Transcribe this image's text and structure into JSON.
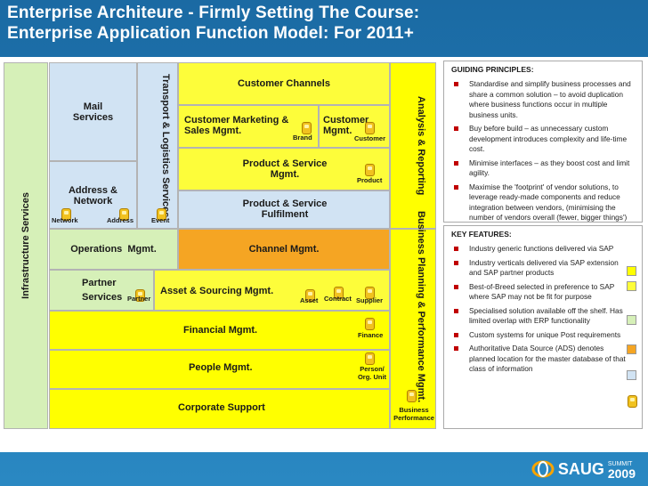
{
  "title": {
    "line1": "Enterprise Architeure - Firmly Setting The Course:",
    "line2": "Enterprise Application Function Model: For 2011+"
  },
  "model": {
    "infrastructure": "Infrastructure Services",
    "mail": "Mail Services",
    "address_network": "Address & Network",
    "tag_network": "Network",
    "tag_address": "Address",
    "tag_event": "Event",
    "transport": "Transport & Logistics Services",
    "customer_channels": "Customer Channels",
    "cust_marketing": "Customer Marketing & Sales Mgmt.",
    "tag_brand": "Brand",
    "customer_mgmt": "Customer Mgmt.",
    "tag_customer": "Customer",
    "analysis": "Analysis & Reporting",
    "product_service_mgmt": "Product & Service Mgmt.",
    "tag_product": "Product",
    "product_fulfilment": "Product & Service Fulfilment",
    "operations": "Operations  Mgmt.",
    "channel": "Channel Mgmt.",
    "partner_line1": "Partner",
    "partner_line2": "Services",
    "tag_partner": "Partner",
    "asset_sourcing": "Asset & Sourcing Mgmt.",
    "tag_asset": "Asset",
    "tag_contract": "Contract",
    "tag_supplier": "Supplier",
    "business_planning": "Business Planning & Performance Mgmt.",
    "financial": "Financial Mgmt.",
    "tag_finance": "Finance",
    "people": "People Mgmt.",
    "tag_person": "Person/ Org. Unit",
    "corporate": "Corporate Support",
    "tag_business_perf": "Business Performance"
  },
  "guiding": {
    "heading": "GUIDING PRINCIPLES:",
    "items": [
      "Standardise and simplify business processes and share a common solution – to avoid duplication where business functions occur in multiple business units.",
      "Buy before build – as unnecessary custom development introduces complexity and life-time cost.",
      "Minimise interfaces – as they boost cost and limit agility.",
      "Maximise the 'footprint' of vendor solutions, to leverage ready-made components and reduce integration between vendors, (minimising the number of vendors overall (fewer, bigger things')"
    ]
  },
  "features": {
    "heading": "KEY FEATURES:",
    "items": [
      "Industry generic functions delivered via SAP",
      "Industry verticals delivered via SAP extension and SAP partner products",
      "Best-of-Breed selected in preference to SAP where SAP may not be fit for purpose",
      "Specialised solution available off the shelf.  Has limited overlap with ERP functionality",
      "Custom systems for unique Post requirements",
      "Authoritative Data Source (ADS) denotes planned location for the master database of that class of information"
    ],
    "swatches": [
      "#ffff00",
      "#fdfd3a",
      "#d6f0b8",
      "#d1e3f3",
      "#f5a523"
    ]
  },
  "logo": {
    "name": "SAUG",
    "event": "SUMMIT",
    "year": "2009"
  },
  "colors": {
    "header_bg": "#1b6aa3",
    "sap_generic": "#ffff00",
    "sap_vertical": "#d6f0b8",
    "best_of_breed": "#d1e3f3",
    "specialised": "#f5a523",
    "ads_marker": "#f1c21f"
  }
}
